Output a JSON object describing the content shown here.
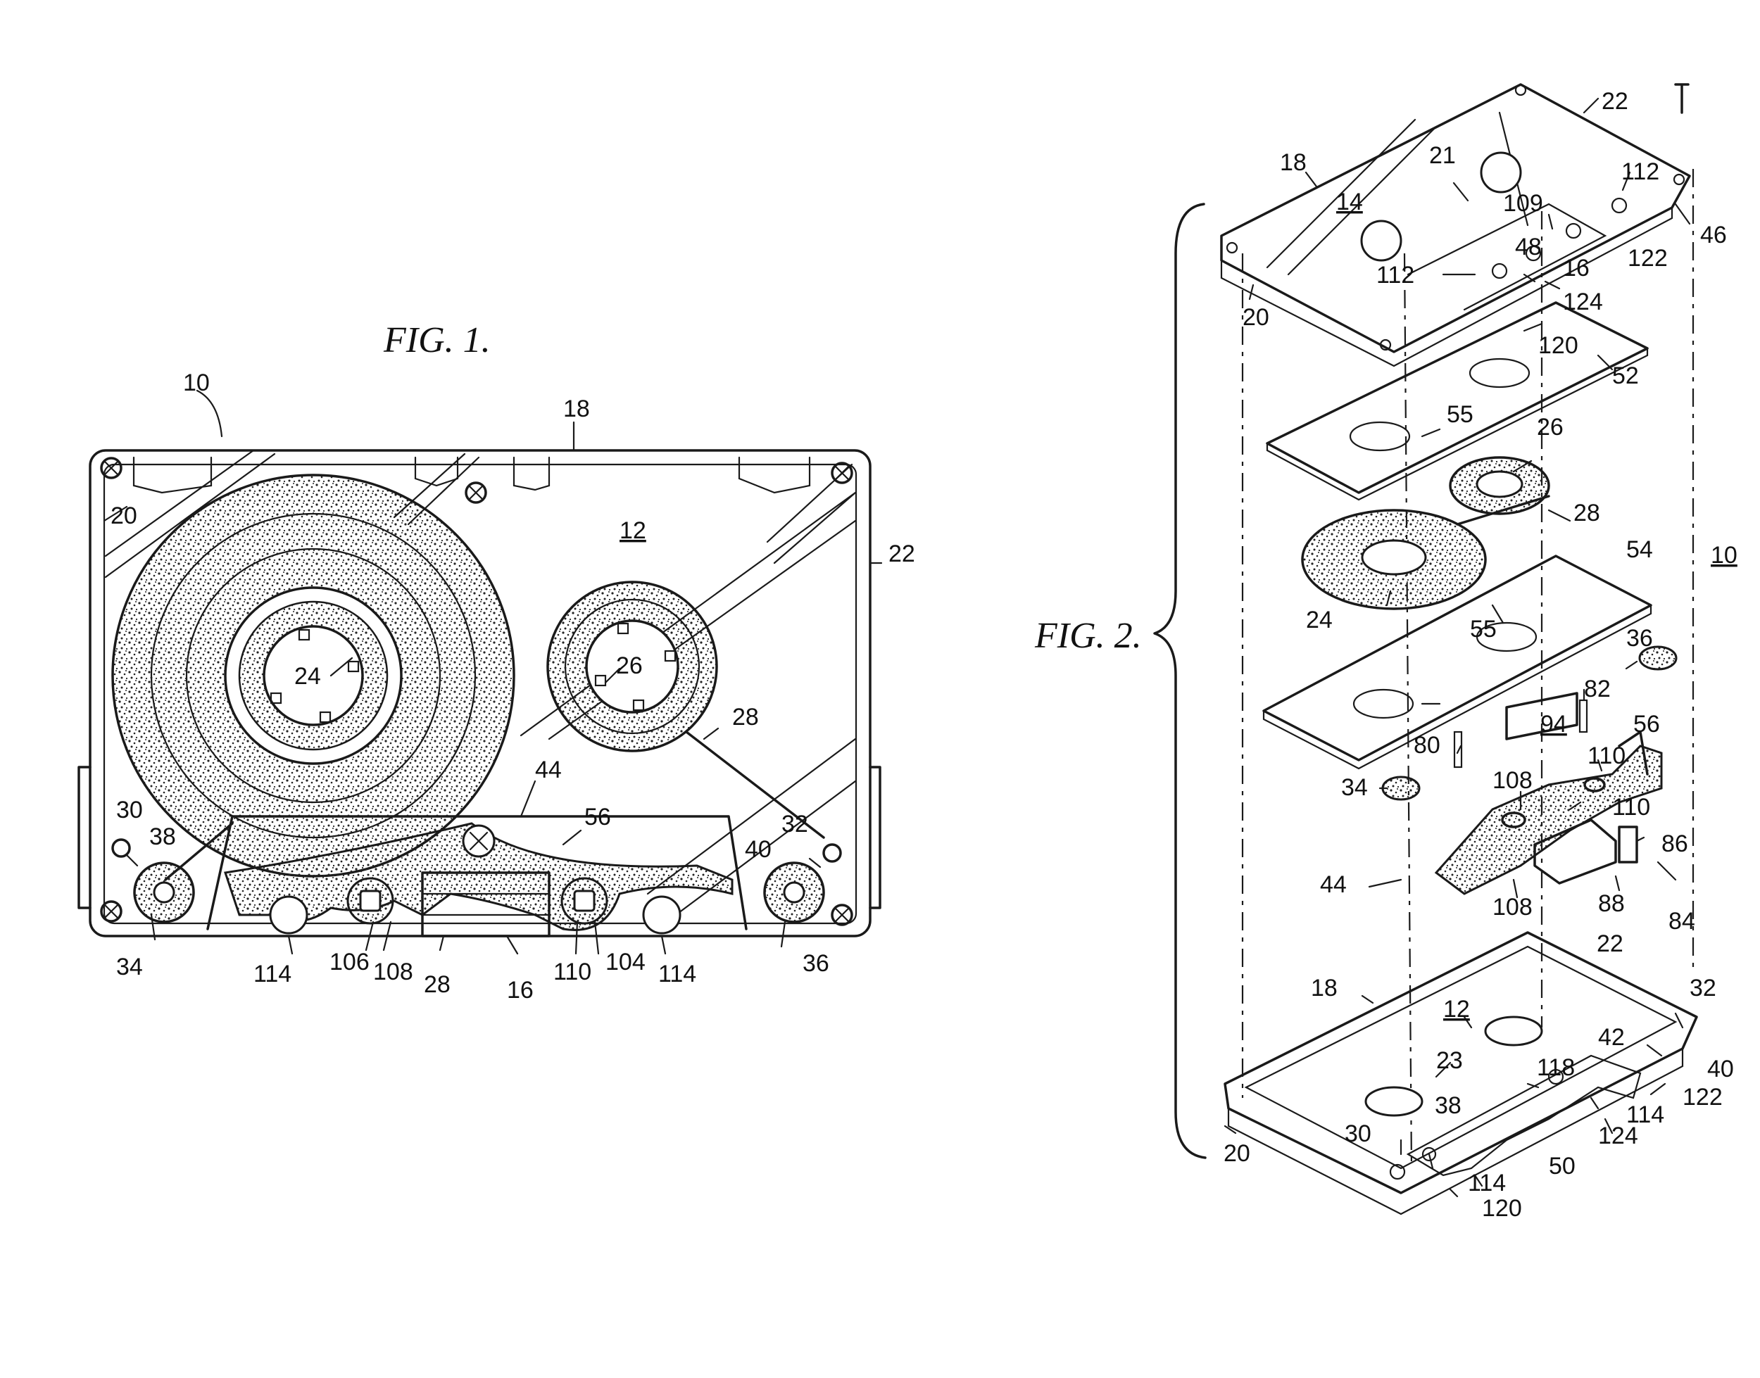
{
  "figure1": {
    "title": "FIG. 1.",
    "labels": {
      "l10": "10",
      "l18": "18",
      "l20": "20",
      "l22": "22",
      "l12": "12",
      "l24": "24",
      "l26": "26",
      "l28a": "28",
      "l44": "44",
      "l56": "56",
      "l30": "30",
      "l32": "32",
      "l38": "38",
      "l40": "40",
      "l34": "34",
      "l114a": "114",
      "l106": "106",
      "l108": "108",
      "l28b": "28",
      "l16": "16",
      "l110": "110",
      "l104": "104",
      "l114b": "114",
      "l36": "36"
    }
  },
  "figure2": {
    "title": "FIG. 2.",
    "labels": {
      "l22t": "22",
      "l18t": "18",
      "l21": "21",
      "l14": "14",
      "l112a": "112",
      "l109": "109",
      "l46": "46",
      "l48": "48",
      "l122t": "122",
      "l112b": "112",
      "l16": "16",
      "l124t": "124",
      "l20t": "20",
      "l120t": "120",
      "l52": "52",
      "l55a": "55",
      "l26": "26",
      "l28": "28",
      "l54": "54",
      "l10": "10",
      "l24": "24",
      "l55b": "55",
      "l36": "36",
      "l82": "82",
      "l94": "94",
      "l80": "80",
      "l110a": "110",
      "l56": "56",
      "l34": "34",
      "l108a": "108",
      "l110b": "110",
      "l86": "86",
      "l44": "44",
      "l108b": "108",
      "l88": "88",
      "l84": "84",
      "l22b": "22",
      "l18b": "18",
      "l12": "12",
      "l32": "32",
      "l42": "42",
      "l23": "23",
      "l118": "118",
      "l40": "40",
      "l122b": "122",
      "l38": "38",
      "l114a": "114",
      "l124b": "124",
      "l20b": "20",
      "l30": "30",
      "l50": "50",
      "l114b": "114",
      "l120b": "120"
    }
  }
}
